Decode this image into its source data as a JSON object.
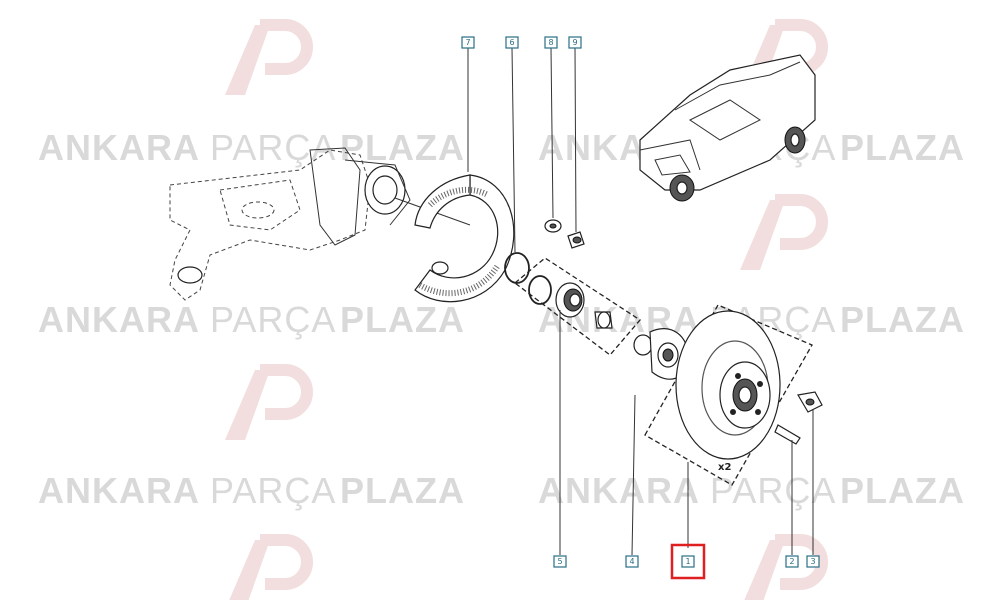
{
  "watermark": {
    "word1": "ANKARA",
    "word2": "PARÇA",
    "word3": "PLAZA",
    "logo_letters": "AP"
  },
  "callouts": [
    {
      "id": "callout-7",
      "label": "7",
      "highlight": false
    },
    {
      "id": "callout-6",
      "label": "6",
      "highlight": false
    },
    {
      "id": "callout-8",
      "label": "8",
      "highlight": false
    },
    {
      "id": "callout-9",
      "label": "9",
      "highlight": false
    },
    {
      "id": "callout-5",
      "label": "5",
      "highlight": false
    },
    {
      "id": "callout-4",
      "label": "4",
      "highlight": false
    },
    {
      "id": "callout-1",
      "label": "1",
      "highlight": true
    },
    {
      "id": "callout-2",
      "label": "2",
      "highlight": false
    },
    {
      "id": "callout-3",
      "label": "3",
      "highlight": false
    }
  ],
  "quantity_note": "x2",
  "colors": {
    "callout": "#2a6f86",
    "highlight": "#e02020",
    "watermark": "#d9d9d9"
  }
}
